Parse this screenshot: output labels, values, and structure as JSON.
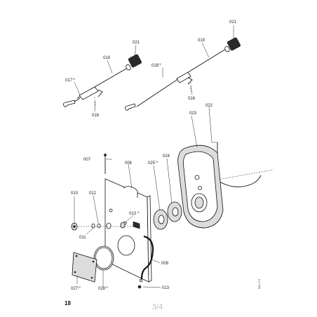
{
  "diagram": {
    "parts": {
      "p007": {
        "ref": "007"
      },
      "p006": {
        "ref": "006"
      },
      "p009": {
        "ref": "009"
      },
      "p010": {
        "ref": "010"
      },
      "p011": {
        "ref": "011"
      },
      "p012": {
        "ref": "012"
      },
      "p013a": {
        "ref": "013",
        "mark": "*"
      },
      "p013b": {
        "ref": "013"
      },
      "p016a": {
        "ref": "016"
      },
      "p016b": {
        "ref": "016"
      },
      "p017": {
        "ref": "017",
        "note": "*2"
      },
      "p018": {
        "ref": "018",
        "note": "*2"
      },
      "p019a": {
        "ref": "019"
      },
      "p019b": {
        "ref": "019"
      },
      "p021a": {
        "ref": "021"
      },
      "p021b": {
        "ref": "021"
      },
      "p022": {
        "ref": "022"
      },
      "p023": {
        "ref": "023"
      },
      "p024": {
        "ref": "024"
      },
      "p025": {
        "ref": "025",
        "note": "*4"
      },
      "p027": {
        "ref": "027",
        "note": "*2"
      },
      "p028": {
        "ref": "028",
        "note": "*2"
      }
    },
    "drawing_ref": "M61-X73"
  },
  "footer": {
    "page_number": "18",
    "page_count": "3/4"
  }
}
